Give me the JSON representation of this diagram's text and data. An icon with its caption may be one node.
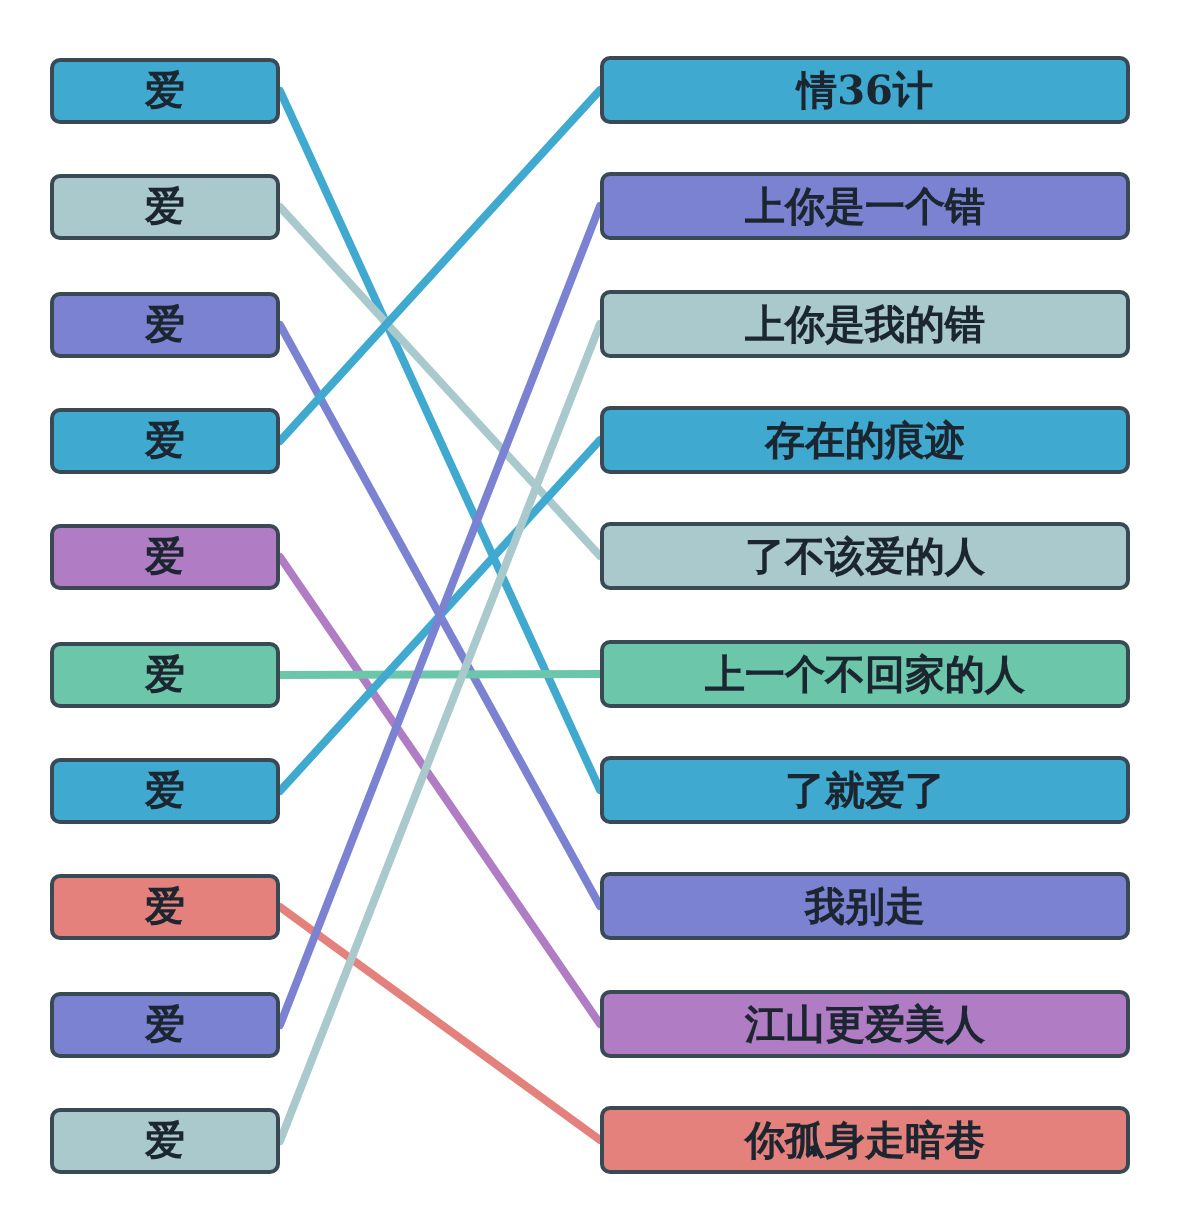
{
  "diagram": {
    "nodes": [
      {
        "text": [
          "爱"
        ]
      },
      {
        "text": [
          "爱"
        ]
      },
      {
        "text": [
          "爱"
        ]
      },
      {
        "text": [
          "爱"
        ]
      },
      {
        "text": [
          "爱"
        ]
      },
      {
        "text": [
          "爱"
        ]
      },
      {
        "text": [
          "爱"
        ]
      },
      {
        "text": [
          "爱"
        ]
      },
      {
        "text": [
          "爱"
        ]
      },
      {
        "text": [
          "爱"
        ]
      },
      {
        "text": [
          "情36计"
        ]
      },
      {
        "text": [
          "上你是一个错"
        ]
      },
      {
        "text": [
          "上你是我的错"
        ]
      },
      {
        "text": [
          "存在的痕迹"
        ]
      },
      {
        "text": [
          "了不该爱的人"
        ]
      },
      {
        "text": [
          "上一个不回家的人"
        ]
      },
      {
        "text": [
          "了就爱了"
        ]
      },
      {
        "text": [
          "我别走"
        ]
      },
      {
        "text": [
          "江山更爱美人"
        ]
      },
      {
        "text": [
          "你孤身走暗巷"
        ]
      }
    ],
    "edges": [
      {
        "from": 0,
        "to": 16,
        "arrow": "none"
      },
      {
        "from": 1,
        "to": 14,
        "arrow": "none",
        "color": "#a9c9cc"
      },
      {
        "from": 2,
        "to": 17,
        "arrow": "none",
        "color": "#7b82d2"
      },
      {
        "from": 3,
        "to": 10,
        "arrow": "none"
      },
      {
        "from": 4,
        "to": 18,
        "arrow": "none",
        "color": "#b07cc4"
      },
      {
        "from": 5,
        "to": 15,
        "arrow": "none",
        "color": "#6cc7aa"
      },
      {
        "from": 6,
        "to": 13,
        "arrow": "none"
      },
      {
        "from": 7,
        "to": 19,
        "arrow": "none",
        "color": "#e4817c"
      },
      {
        "from": 8,
        "to": 11,
        "arrow": "none",
        "color": "#7b82d2"
      },
      {
        "from": 9,
        "to": 12,
        "arrow": "none",
        "color": "#a9c9cc"
      }
    ]
  }
}
